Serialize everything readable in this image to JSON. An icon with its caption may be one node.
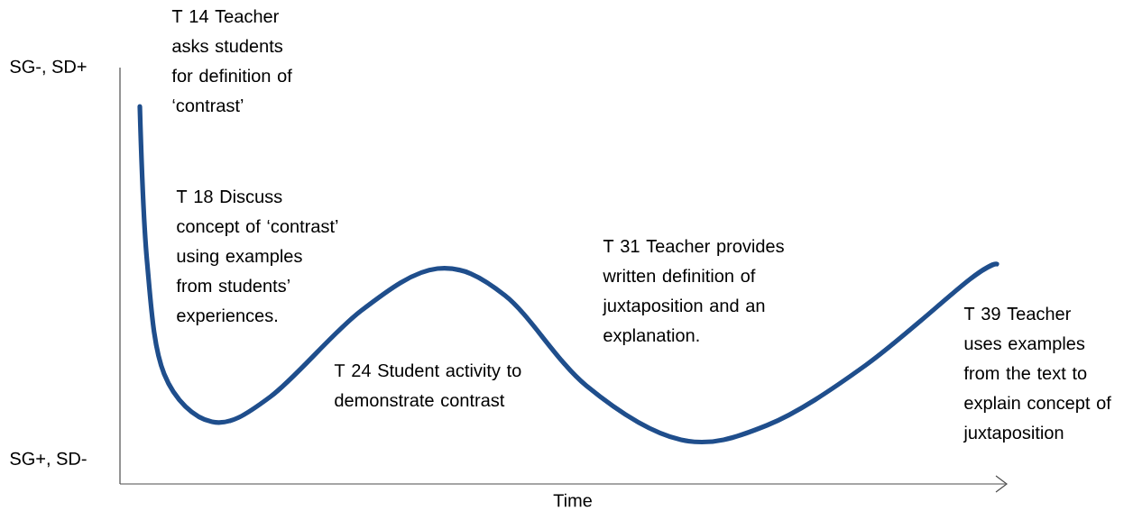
{
  "diagram": {
    "labels": [
      "T 14 Teacher asks students for definition of ‘contrast’",
      "SG-, SD+",
      "T 18 Discuss concept of ‘contrast’ using examples from students’ experiences.",
      "T 31 Teacher provides written definition of juxtaposition and an explanation.",
      "T 39 Teacher uses examples from the text to explain concept of juxtaposition",
      "T 24 Student activity to demonstrate contrast",
      "SG+, SD-",
      "Time"
    ]
  }
}
